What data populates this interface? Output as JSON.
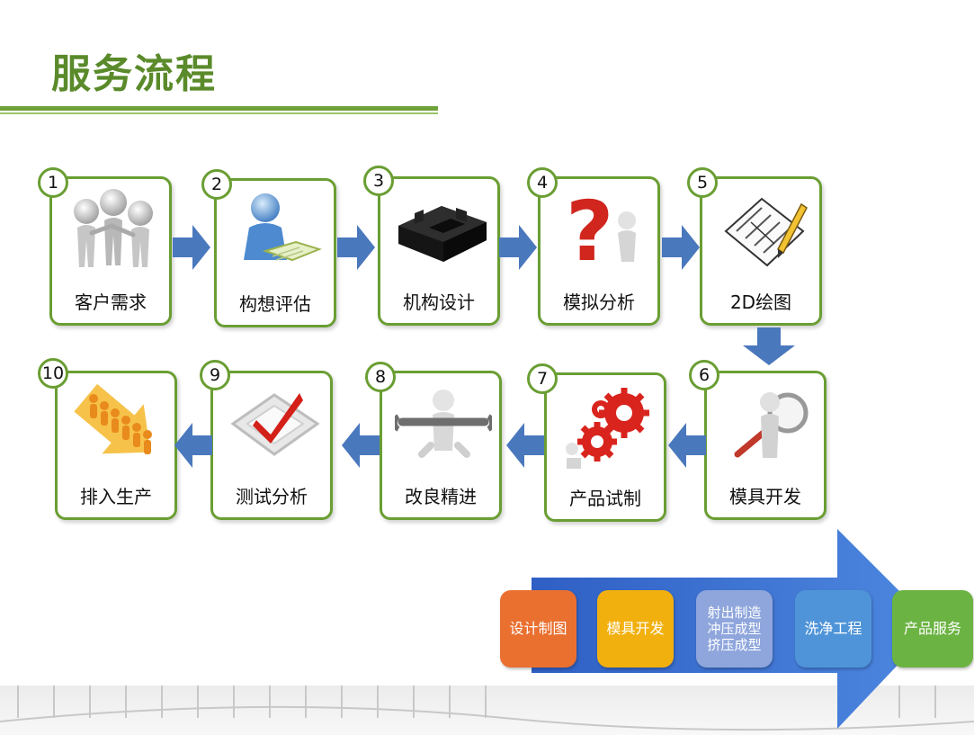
{
  "title": "服务流程",
  "steps": [
    {
      "num": "1",
      "label": "客户需求",
      "icon": "people-huddle-icon"
    },
    {
      "num": "2",
      "label": "构想评估",
      "icon": "person-reading-icon"
    },
    {
      "num": "3",
      "label": "机构设计",
      "icon": "mechanical-part-icon"
    },
    {
      "num": "4",
      "label": "模拟分析",
      "icon": "question-mark-icon"
    },
    {
      "num": "5",
      "label": "2D绘图",
      "icon": "drafting-drawing-icon"
    },
    {
      "num": "6",
      "label": "模具开发",
      "icon": "magnifier-person-icon"
    },
    {
      "num": "7",
      "label": "产品试制",
      "icon": "gears-icon"
    },
    {
      "num": "8",
      "label": "改良精进",
      "icon": "wrench-person-icon"
    },
    {
      "num": "9",
      "label": "测试分析",
      "icon": "checkmark-icon"
    },
    {
      "num": "10",
      "label": "排入生产",
      "icon": "people-climbing-arrow-icon"
    }
  ],
  "bands": [
    {
      "lines": [
        "设计制图"
      ],
      "color": "#ea7030"
    },
    {
      "lines": [
        "模具开发"
      ],
      "color": "#f2b00f"
    },
    {
      "lines": [
        "射出制造",
        "冲压成型",
        "挤压成型"
      ],
      "color": "#8fa6dc"
    },
    {
      "lines": [
        "洗净工程"
      ],
      "color": "#4f94d8"
    },
    {
      "lines": [
        "产品服务"
      ],
      "color": "#6bb342"
    }
  ],
  "colors": {
    "accent_green": "#6a9e33",
    "title_green": "#5a8a2a",
    "arrow_blue": "#4a78bd",
    "banner_blue": "#3b6fd1"
  }
}
